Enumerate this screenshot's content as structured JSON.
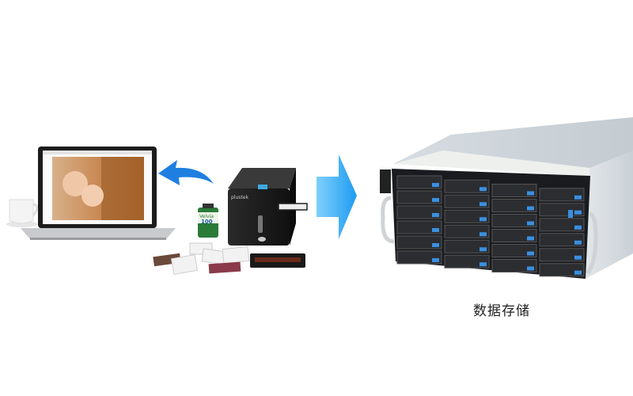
{
  "caption": "数据存储",
  "labels": {
    "film_brand": "Velvia",
    "film_iso": "100",
    "scanner_brand": "plustek"
  },
  "colors": {
    "arrow_blue": "#1e9bf0",
    "curved_arrow_blue": "#1f7fe0",
    "drive_tab_blue": "#3a8fe0"
  },
  "server": {
    "drive_columns": 4,
    "drive_rows": 6
  }
}
